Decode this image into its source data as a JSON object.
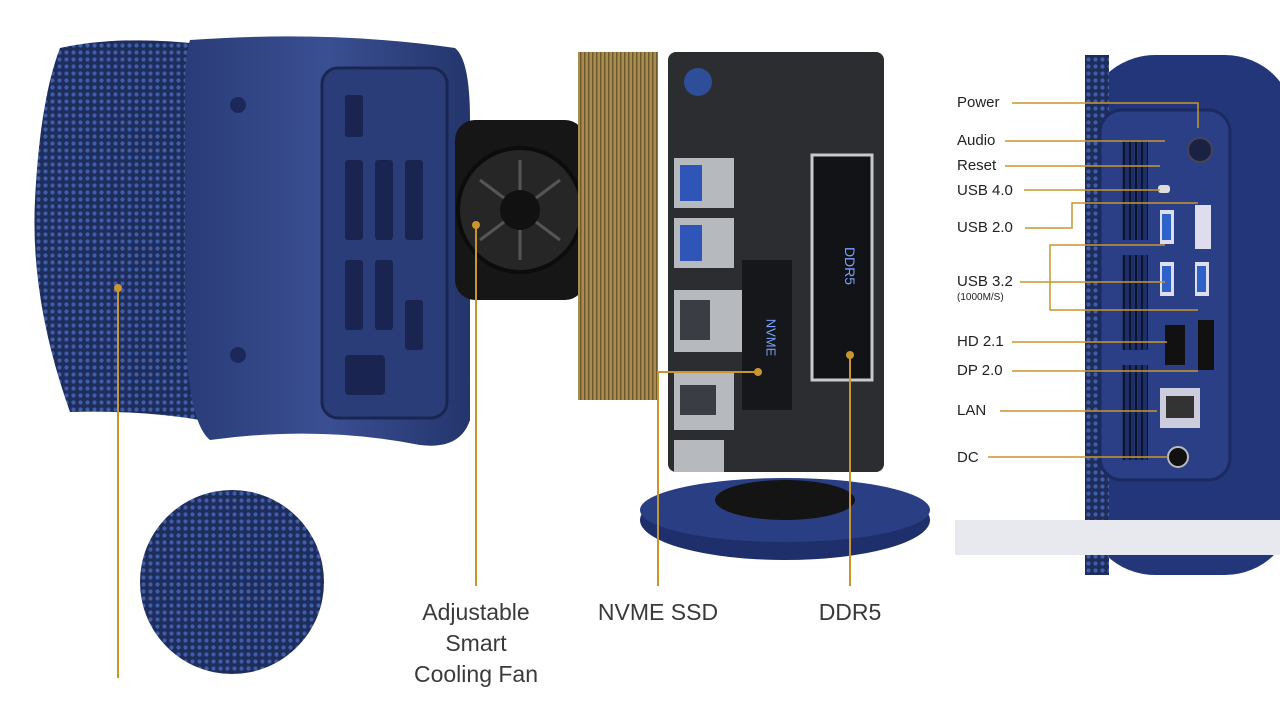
{
  "colors": {
    "accent": "#c8962e",
    "shell_blue": "#2c3f78",
    "shell_dark": "#1d2a55",
    "board": "#2a2c30",
    "heatsink": "#a88a4a"
  },
  "callouts": {
    "fan": [
      "Adjustable",
      "Smart",
      "Cooling Fan"
    ],
    "ssd": "NVME SSD",
    "ram": "DDR5"
  },
  "board_text": {
    "ram_stick": "DDR5",
    "ssd_stick": "NVME"
  },
  "ports": {
    "power": "Power",
    "audio": "Audio",
    "reset": "Reset",
    "usb4": "USB 4.0",
    "usb2": "USB 2.0",
    "usb32": "USB 3.2",
    "usb32_note": "(1000M/S)",
    "hdmi": "HD 2.1",
    "dp": "DP 2.0",
    "lan": "LAN",
    "dc": "DC"
  }
}
